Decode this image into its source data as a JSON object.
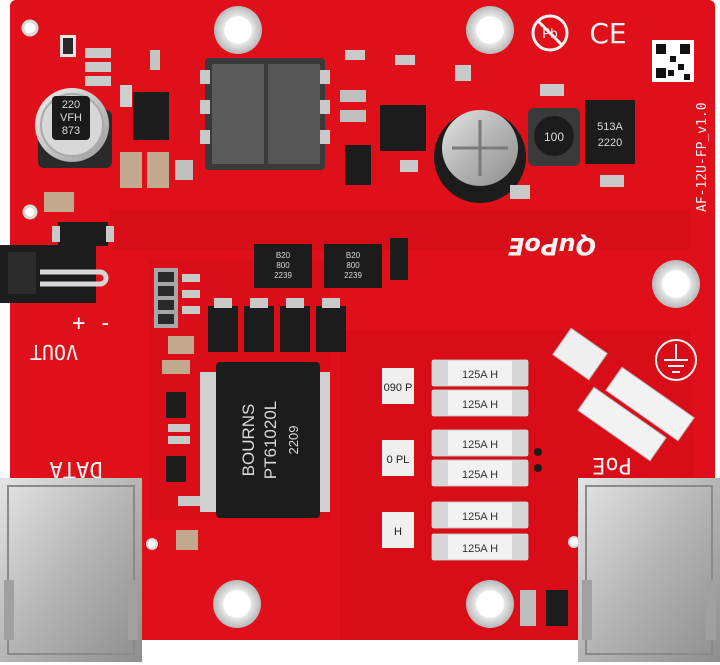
{
  "board": {
    "model_label": "AF-12U-FP_v1.0",
    "brand_label": "QuPoE",
    "vout_label": "VOUT",
    "plus_minus_label": "+ -",
    "data_label": "DATA",
    "poe_label": "PoE",
    "pb_label": "Pb",
    "ce_label": "CE",
    "colors": {
      "pcb": "#e0101a",
      "pcb_trace": "#c60a14",
      "silkscreen": "#f4f4f4",
      "chip": "#1c1c1c",
      "metal": "#c9c9c9",
      "pad": "#e8e8e8"
    }
  },
  "transformer": {
    "brand": "BOURNS",
    "part": "PT61020L",
    "code": "2209"
  },
  "cap_220": {
    "line1": "220",
    "line2": "VFH",
    "line3": "873"
  },
  "inductor_small": {
    "mark": "100"
  },
  "ic_513a": {
    "line1": "513A",
    "line2": "2220"
  },
  "diodes": [
    {
      "line1": "B20",
      "line2": "800",
      "line3": "2239"
    },
    {
      "line1": "B20",
      "line2": "800",
      "line3": "2239"
    }
  ],
  "fuses": [
    {
      "rating": "125A H"
    },
    {
      "rating": "125A H"
    },
    {
      "rating": "125A H"
    },
    {
      "rating": "125A H"
    },
    {
      "rating": "125A H"
    },
    {
      "rating": "125A H"
    }
  ],
  "gdt_labels": [
    "090 P",
    "0 PL",
    "H"
  ]
}
